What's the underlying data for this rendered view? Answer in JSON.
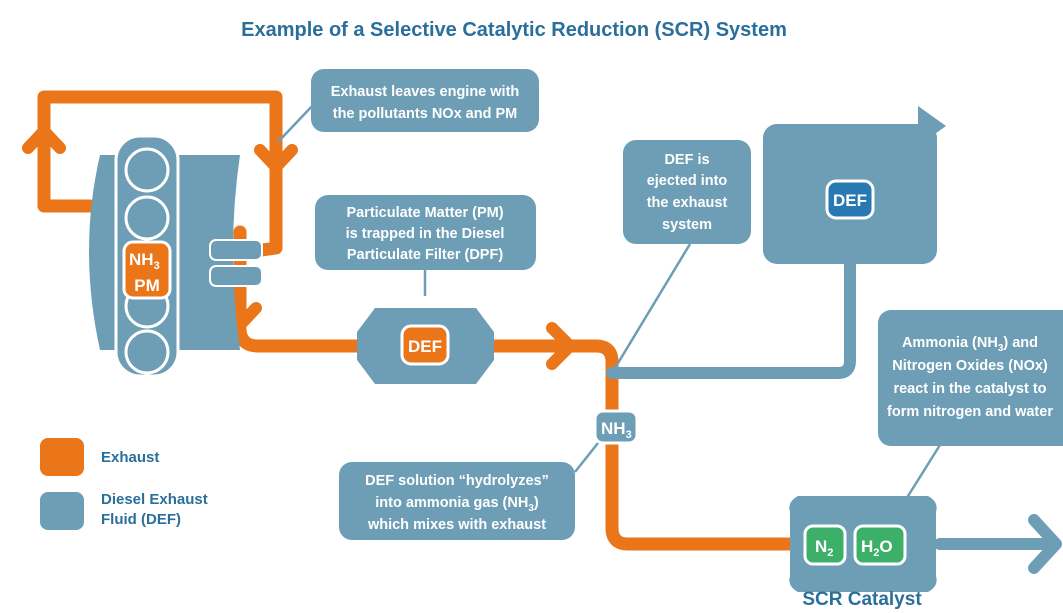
{
  "title": "Example of a Selective Catalytic Reduction (SCR) System",
  "colors": {
    "exhaust": "#ea7619",
    "def": "#6d9eb6",
    "title": "#2a6f9b",
    "green": "#3cb068",
    "def_badge": "#2778b3"
  },
  "callouts": {
    "exhaust_leaves": [
      "Exhaust leaves engine with",
      "the pollutants NOx and PM"
    ],
    "pm_trapped": [
      "Particulate Matter (PM)",
      "is trapped in the Diesel",
      "Particulate Filter (DPF)"
    ],
    "def_ejected": [
      "DEF is",
      "ejected into",
      "the exhaust",
      "system"
    ],
    "ammonia": {
      "l1": "Ammonia (NH",
      "l1_sub": "3",
      "l1_end": ") and",
      "l2": "Nitrogen Oxides (NOx)",
      "l3": "react in the catalyst to",
      "l4": "form nitrogen and water"
    },
    "hydrolyzes": {
      "l1": "DEF solution “hydrolyzes”",
      "l2": "into ammonia gas (NH",
      "l2_sub": "3",
      "l2_end": ")",
      "l3": "which mixes with exhaust"
    }
  },
  "badges": {
    "engine_nh": "NH",
    "engine_nh_sub": "3",
    "engine_pm": "PM",
    "dpf": "DEF",
    "tank": "DEF",
    "nh3_node": "NH",
    "nh3_node_sub": "3",
    "n2": "N",
    "n2_sub": "2",
    "h2o_h": "H",
    "h2o_sub": "2",
    "h2o_o": "O"
  },
  "legend": {
    "exhaust": "Exhaust",
    "def_line1": "Diesel Exhaust",
    "def_line2": "Fluid (DEF)"
  },
  "catalyst_label": "SCR Catalyst"
}
